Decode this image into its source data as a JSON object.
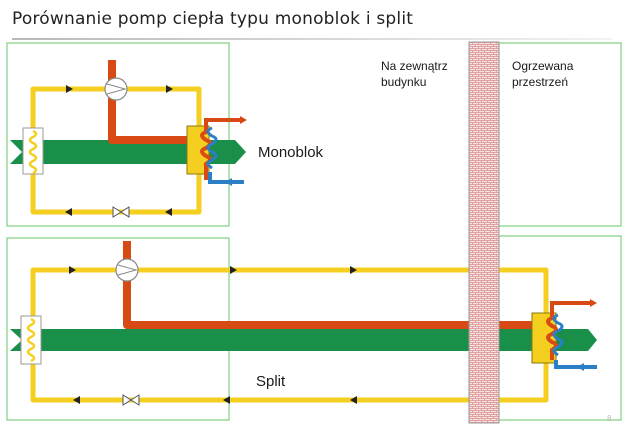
{
  "slide": {
    "title": "Porównanie pomp ciepła typu monoblok i split",
    "page_number": "8"
  },
  "labels": {
    "outside_line1": "Na zewnątrz",
    "outside_line2": "budynku",
    "inside_line1": "Ogrzewana",
    "inside_line2": "przestrzeń",
    "monoblock": "Monoblok",
    "split": "Split"
  },
  "colors": {
    "refrigerant_loop": "#f5cf1f",
    "hot_pipe": "#d84a14",
    "cold_pipe": "#2a7fc6",
    "air_flow": "#1a8f4a",
    "frame": "#7fd07f",
    "wall_brick": "#d98b8b"
  },
  "icons": {
    "compressor": "compressor-icon",
    "expansion_valve": "expansion-valve-icon",
    "evaporator": "evaporator-coil-icon",
    "condenser": "condenser-coil-icon"
  }
}
